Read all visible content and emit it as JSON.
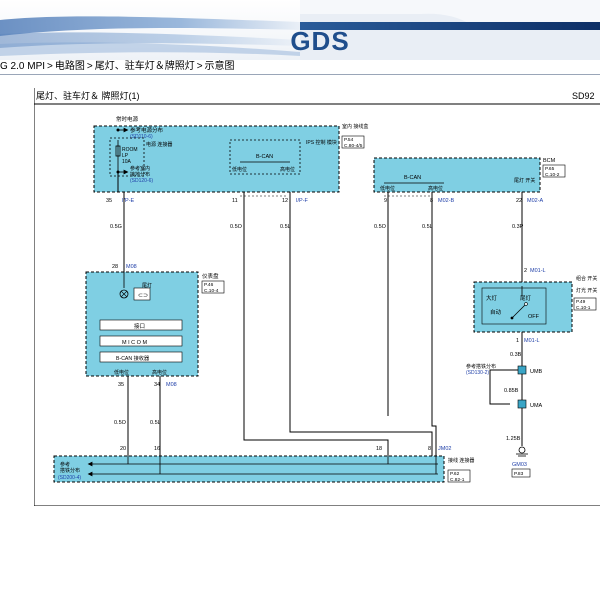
{
  "brand": {
    "logo_text": "GDS",
    "primary_color": "#1f4e8c",
    "accent_color": "#d8262c"
  },
  "breadcrumb": {
    "items": [
      "G 2.0 MPI",
      "电路图",
      "尾灯、驻车灯＆牌照灯",
      "示意图"
    ],
    "separator": ">"
  },
  "diagram": {
    "title": "尾灯、驻车灯＆ 牌照灯(1)",
    "code": "SD92",
    "junction_box": {
      "header": "常时电源",
      "ref_power": "参考电源分布",
      "ref_power_code": "(SD110-6)",
      "connector_label": "电源\n连接器",
      "fuse_name": "ROOM",
      "fuse_lp": "LP",
      "fuse_rating": "10A",
      "ref_ground_line1": "参考室内",
      "ref_ground_line2": "接地分布",
      "ref_ground_code": "(SD120-6)",
      "ips_label": "IPS\n控制\n模块",
      "bcan": "B-CAN",
      "can_low": "低电位",
      "can_high": "高电位",
      "side_label": "室内\n接线盒",
      "side_page": "P.54",
      "side_code": "C.80-4/5",
      "pin_ipe": "35",
      "conn_ipe": "I/P-E",
      "pin_11": "11",
      "pin_12": "12",
      "conn_ipf": "I/P-F"
    },
    "bcm": {
      "label": "BCM",
      "page": "P.65",
      "code": "C.10-2",
      "bcan": "B-CAN",
      "can_low": "低电位",
      "can_high": "高电位",
      "tail_lamp": "尾灯\n开关",
      "pin_9": "9",
      "pin_8": "8",
      "conn_m02b": "M02-B",
      "pin_22": "22",
      "conn_m02a": "M02-A"
    },
    "cluster": {
      "label": "仪表盘",
      "page": "P.46",
      "code": "C.10-4",
      "pin_top": "28",
      "conn_top": "M08",
      "tail_label": "尾灯",
      "interface": "接口",
      "micom": "M I C O M",
      "bcan_transceiver": "B-CAN 接收器",
      "can_low": "低电位",
      "can_high": "高电位",
      "pin_35": "35",
      "pin_34": "34",
      "conn_bottom": "M08"
    },
    "combi_switch": {
      "label": "组合\n开关",
      "page": "P.49",
      "code": "C.10-1",
      "sub_label": "灯光\n开关",
      "headlamp": "大灯",
      "tail": "尾灯",
      "auto": "自动",
      "off": "OFF",
      "pin_top": "2",
      "conn_top": "M01-L",
      "pin_bottom": "1",
      "conn_bottom": "M01-L"
    },
    "wires": {
      "w1": "0.5G",
      "w2": "0.5O",
      "w3": "0.5L",
      "w4": "0.5O",
      "w5": "0.5L",
      "w6": "0.3P",
      "w7": "0.3B",
      "w8": "0.5O",
      "w9": "0.5L",
      "w10": "0.85B",
      "w11": "1.25B"
    },
    "ground": {
      "ref_label": "参考搭铁分布",
      "ref_code": "(SD130-2)",
      "umb": "UMB",
      "uma": "UMA",
      "gnd_id": "GM03",
      "gnd_page": "P.83"
    },
    "joint_connector": {
      "label": "接线\n连接器",
      "page": "P.62",
      "code": "C.82-1",
      "conn": "JM02",
      "pin_20": "20",
      "pin_16": "16",
      "pin_18": "18",
      "pin_8": "8",
      "ref_line1": "参考",
      "ref_line2": "搭铁分布",
      "ref_code": "(SD200-4)"
    }
  }
}
